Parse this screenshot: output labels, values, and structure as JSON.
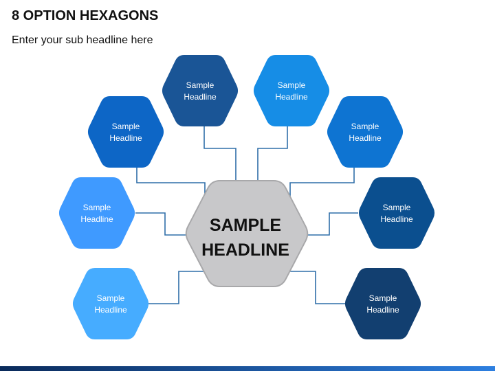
{
  "header": {
    "title": "8 OPTION HEXAGONS",
    "subtitle": "Enter your sub headline here"
  },
  "center": {
    "line1": "SAMPLE",
    "line2": "HEADLINE",
    "color": "#c8c8ca",
    "stroke": "#a8a8aa"
  },
  "options": [
    {
      "line1": "Sample",
      "line2": "Headline",
      "color": "#1a5596"
    },
    {
      "line1": "Sample",
      "line2": "Headline",
      "color": "#168de6"
    },
    {
      "line1": "Sample",
      "line2": "Headline",
      "color": "#0d66c6"
    },
    {
      "line1": "Sample",
      "line2": "Headline",
      "color": "#0e74d2"
    },
    {
      "line1": "Sample",
      "line2": "Headline",
      "color": "#0b4f8f"
    },
    {
      "line1": "Sample",
      "line2": "Headline",
      "color": "#3f9aff"
    },
    {
      "line1": "Sample",
      "line2": "Headline",
      "color": "#123f70"
    },
    {
      "line1": "Sample",
      "line2": "Headline",
      "color": "#46acff"
    }
  ],
  "colors": {
    "connector": "#2f6ea8",
    "bottom_bar_left": "#0a2a5a",
    "bottom_bar_right": "#2d7fe0"
  }
}
